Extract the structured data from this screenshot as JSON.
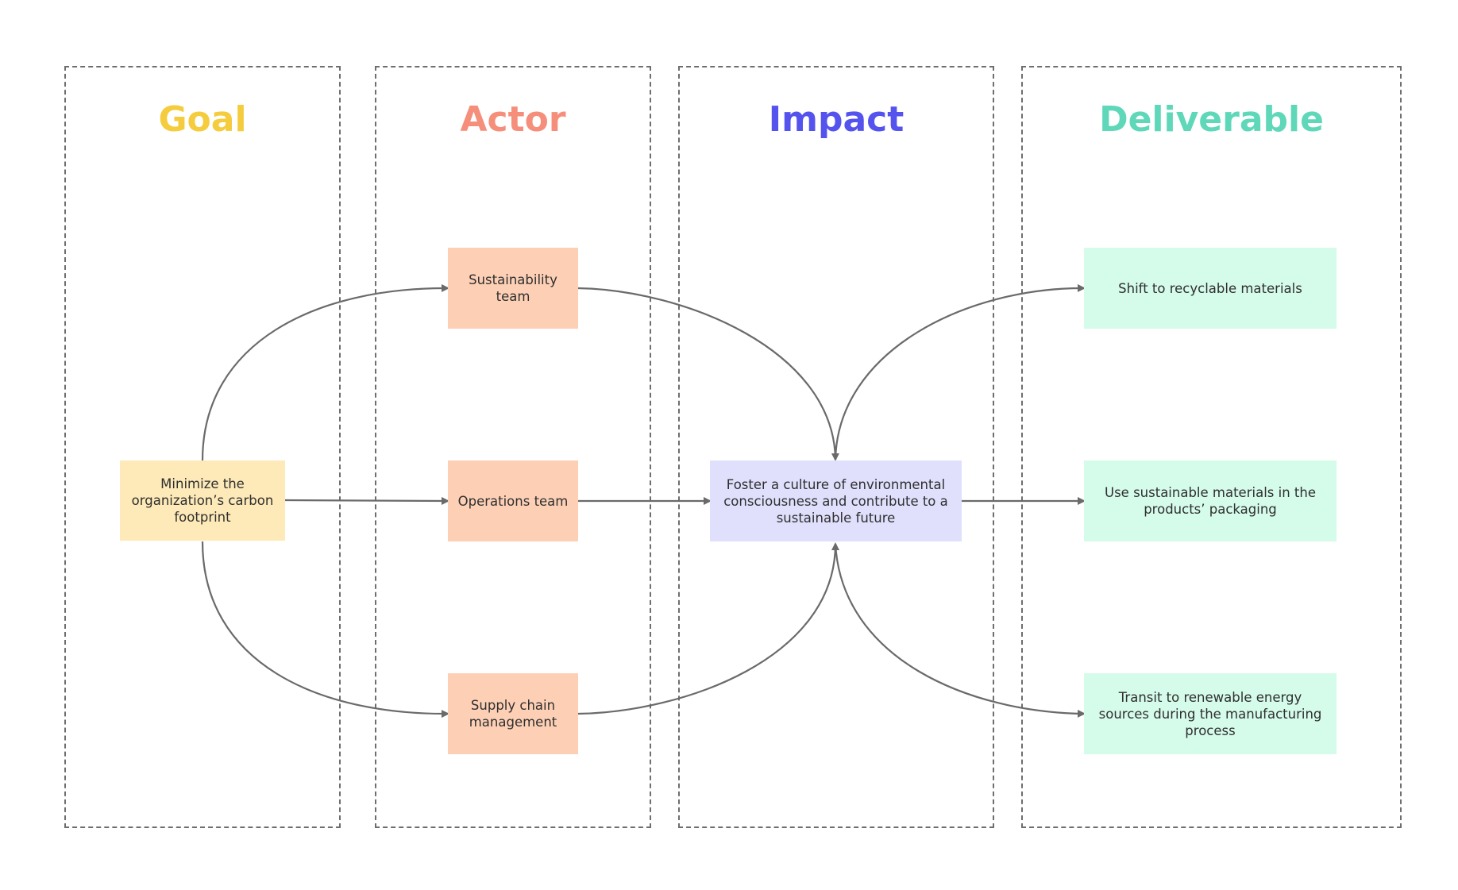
{
  "colors": {
    "goal": "#f5cc3d",
    "actor": "#f58e7a",
    "impact": "#5553ee",
    "deliverable": "#5fd8b9",
    "goal_fill": "#fdeab8",
    "actor_fill": "#fdd0b6",
    "impact_fill": "#e0e0fd",
    "deliverable_fill": "#d5fbeb",
    "border": "#6e6e6e",
    "arrow": "#6a6a6a"
  },
  "columns": {
    "goal": "Goal",
    "actor": "Actor",
    "impact": "Impact",
    "deliverable": "Deliverable"
  },
  "nodes": {
    "goal": "Minimize the organization’s carbon footprint",
    "actor_sustainability": "Sustainability team",
    "actor_operations": "Operations team",
    "actor_supply": "Supply chain management",
    "impact": "Foster a culture of environmental consciousness and contribute to a sustainable future",
    "deliverable_recyclable": "Shift to recyclable materials",
    "deliverable_packaging": "Use sustainable materials in the products’ packaging",
    "deliverable_energy": "Transit to renewable energy sources during the manufacturing process"
  },
  "edges": [
    {
      "from": "goal",
      "to": "actor_sustainability"
    },
    {
      "from": "goal",
      "to": "actor_operations"
    },
    {
      "from": "goal",
      "to": "actor_supply"
    },
    {
      "from": "actor_sustainability",
      "to": "impact"
    },
    {
      "from": "actor_operations",
      "to": "impact"
    },
    {
      "from": "actor_supply",
      "to": "impact"
    },
    {
      "from": "impact",
      "to": "deliverable_recyclable"
    },
    {
      "from": "impact",
      "to": "deliverable_packaging"
    },
    {
      "from": "impact",
      "to": "deliverable_energy"
    }
  ]
}
